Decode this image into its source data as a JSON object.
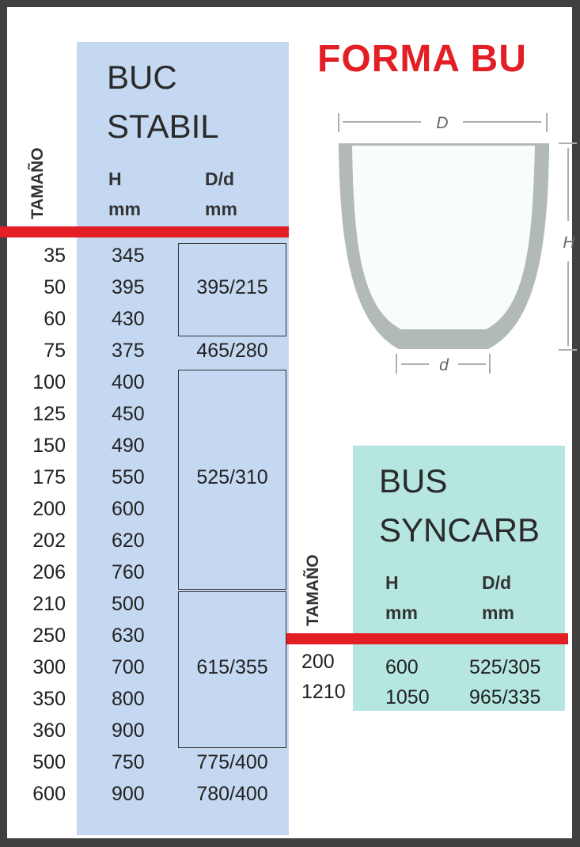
{
  "forma_title": "FORMA BU",
  "diagram": {
    "label_D": "D",
    "label_H": "H",
    "label_d": "d"
  },
  "buc": {
    "title_line1": "BUC",
    "title_line2": "STABIL",
    "size_label": "TAMAÑO",
    "col_h": "H",
    "col_h_unit": "mm",
    "col_dd": "D/d",
    "col_dd_unit": "mm",
    "rows": [
      {
        "size": "35",
        "h": "345"
      },
      {
        "size": "50",
        "h": "395"
      },
      {
        "size": "60",
        "h": "430"
      },
      {
        "size": "75",
        "h": "375"
      },
      {
        "size": "100",
        "h": "400"
      },
      {
        "size": "125",
        "h": "450"
      },
      {
        "size": "150",
        "h": "490"
      },
      {
        "size": "175",
        "h": "550"
      },
      {
        "size": "200",
        "h": "600"
      },
      {
        "size": "202",
        "h": "620"
      },
      {
        "size": "206",
        "h": "760"
      },
      {
        "size": "210",
        "h": "500"
      },
      {
        "size": "250",
        "h": "630"
      },
      {
        "size": "300",
        "h": "700"
      },
      {
        "size": "350",
        "h": "800"
      },
      {
        "size": "360",
        "h": "900"
      },
      {
        "size": "500",
        "h": "750"
      },
      {
        "size": "600",
        "h": "900"
      }
    ],
    "dd_groups": [
      {
        "value": "395/215",
        "first": 0,
        "last": 2,
        "boxed": true
      },
      {
        "value": "465/280",
        "first": 3,
        "last": 3,
        "boxed": false
      },
      {
        "value": "525/310",
        "first": 4,
        "last": 10,
        "boxed": true
      },
      {
        "value": "615/355",
        "first": 11,
        "last": 15,
        "boxed": true
      },
      {
        "value": "775/400",
        "first": 16,
        "last": 16,
        "boxed": false
      },
      {
        "value": "780/400",
        "first": 17,
        "last": 17,
        "boxed": false
      }
    ]
  },
  "bus": {
    "title_line1": "BUS",
    "title_line2": "SYNCARB",
    "size_label": "TAMAÑO",
    "col_h": "H",
    "col_h_unit": "mm",
    "col_dd": "D/d",
    "col_dd_unit": "mm",
    "rows": [
      {
        "size": "200",
        "h": "600",
        "dd": "525/305"
      },
      {
        "size": "1210",
        "h": "1050",
        "dd": "965/335"
      }
    ]
  },
  "colors": {
    "red": "#e31e24",
    "blue": "#c5d8f2",
    "green": "#b5e7e0",
    "frame": "#404040"
  }
}
